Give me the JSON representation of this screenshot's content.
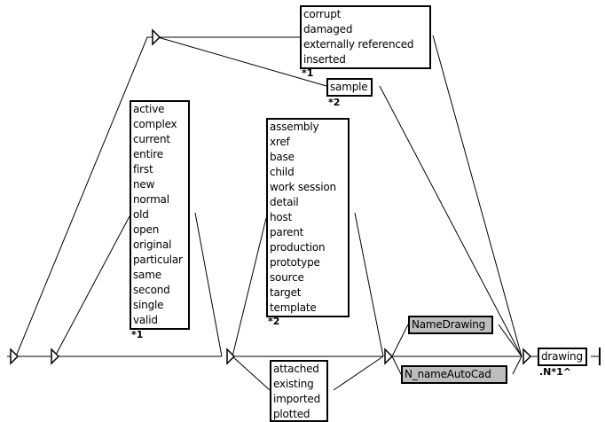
{
  "graph": {
    "boxes": {
      "state": {
        "lines": [
          "corrupt",
          "damaged",
          "externally referenced",
          "inserted"
        ],
        "note": "*1"
      },
      "sample": {
        "lines": [
          "sample"
        ],
        "note": "*2"
      },
      "adjectives": {
        "lines": [
          "active",
          "complex",
          "current",
          "entire",
          "first",
          "new",
          "normal",
          "old",
          "open",
          "original",
          "particular",
          "same",
          "second",
          "single",
          "valid"
        ],
        "note": "*1"
      },
      "kinds": {
        "lines": [
          "assembly",
          "xref",
          "base",
          "child",
          "work session",
          "detail",
          "host",
          "parent",
          "production",
          "prototype",
          "source",
          "target",
          "template"
        ],
        "note": "*2"
      },
      "attach": {
        "lines": [
          "attached",
          "existing",
          "imported",
          "plotted"
        ]
      },
      "name_drawing": {
        "lines": [
          "NameDrawing"
        ],
        "type": "subgraph"
      },
      "name_autocad": {
        "lines": [
          "N_nameAutoCad"
        ],
        "type": "subgraph"
      },
      "drawing": {
        "lines": [
          "drawing"
        ],
        "note": ".N*1^"
      }
    },
    "colors": {
      "line": "#000000",
      "subgraph_fill": "#bdbdbd",
      "box_fill": "#ffffff"
    }
  }
}
